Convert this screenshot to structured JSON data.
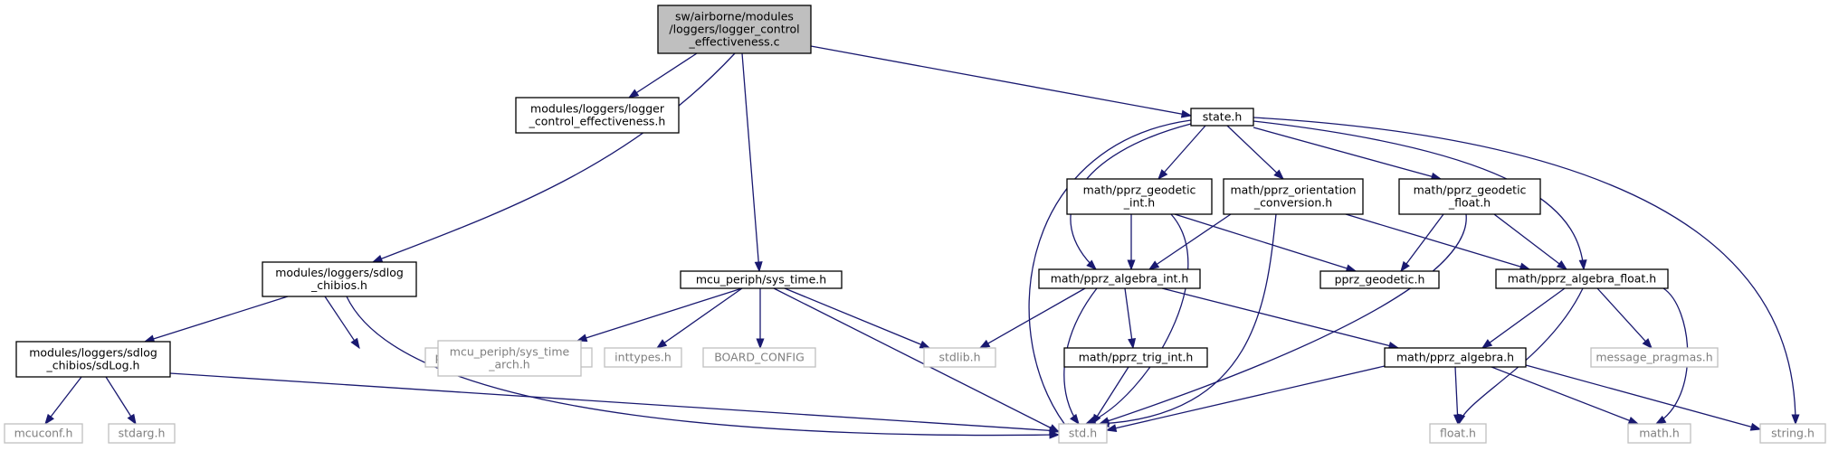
{
  "diagram": {
    "edge_color": "#191970",
    "root_fill": "#bfbfbf",
    "external_border_color": "#bfbfbf",
    "nodes": [
      {
        "id": "root",
        "lines": [
          "sw/airborne/modules",
          "/loggers/logger_control",
          "_effectiveness.c"
        ],
        "style": "root"
      },
      {
        "id": "lce_h",
        "lines": [
          "modules/loggers/logger",
          "_control_effectiveness.h"
        ],
        "style": "normal"
      },
      {
        "id": "state_h",
        "lines": [
          "state.h"
        ],
        "style": "normal"
      },
      {
        "id": "sdlog_chibios_h",
        "lines": [
          "modules/loggers/sdlog",
          "_chibios.h"
        ],
        "style": "normal"
      },
      {
        "id": "sys_time_h",
        "lines": [
          "mcu_periph/sys_time.h"
        ],
        "style": "normal"
      },
      {
        "id": "geodetic_int_h",
        "lines": [
          "math/pprz_geodetic",
          "_int.h"
        ],
        "style": "normal"
      },
      {
        "id": "orient_conv_h",
        "lines": [
          "math/pprz_orientation",
          "_conversion.h"
        ],
        "style": "normal"
      },
      {
        "id": "geodetic_float_h",
        "lines": [
          "math/pprz_geodetic",
          "_float.h"
        ],
        "style": "normal"
      },
      {
        "id": "algebra_int_h",
        "lines": [
          "math/pprz_algebra_int.h"
        ],
        "style": "normal"
      },
      {
        "id": "pprz_geodetic_h",
        "lines": [
          "pprz_geodetic.h"
        ],
        "style": "normal"
      },
      {
        "id": "algebra_float_h",
        "lines": [
          "math/pprz_algebra_float.h"
        ],
        "style": "normal"
      },
      {
        "id": "sdlog_h",
        "lines": [
          "modules/loggers/sdlog",
          "_chibios/sdLog.h"
        ],
        "style": "normal"
      },
      {
        "id": "pprzlink_device_h",
        "lines": [
          "pprzlink/pprzlink_device.h"
        ],
        "style": "external"
      },
      {
        "id": "sys_time_arch_h",
        "lines": [
          "mcu_periph/sys_time",
          "_arch.h"
        ],
        "style": "external"
      },
      {
        "id": "inttypes_h",
        "lines": [
          "inttypes.h"
        ],
        "style": "external"
      },
      {
        "id": "board_config",
        "lines": [
          "BOARD_CONFIG"
        ],
        "style": "external"
      },
      {
        "id": "stdlib_h",
        "lines": [
          "stdlib.h"
        ],
        "style": "external"
      },
      {
        "id": "trig_int_h",
        "lines": [
          "math/pprz_trig_int.h"
        ],
        "style": "normal"
      },
      {
        "id": "pprz_algebra_h",
        "lines": [
          "math/pprz_algebra.h"
        ],
        "style": "normal"
      },
      {
        "id": "message_pragmas_h",
        "lines": [
          "message_pragmas.h"
        ],
        "style": "external"
      },
      {
        "id": "mcuconf_h",
        "lines": [
          "mcuconf.h"
        ],
        "style": "external"
      },
      {
        "id": "stdarg_h",
        "lines": [
          "stdarg.h"
        ],
        "style": "external"
      },
      {
        "id": "std_h",
        "lines": [
          "std.h"
        ],
        "style": "external"
      },
      {
        "id": "float_h",
        "lines": [
          "float.h"
        ],
        "style": "external"
      },
      {
        "id": "math_h",
        "lines": [
          "math.h"
        ],
        "style": "external"
      },
      {
        "id": "string_h",
        "lines": [
          "string.h"
        ],
        "style": "external"
      }
    ],
    "edges": [
      [
        "root",
        "lce_h"
      ],
      [
        "root",
        "state_h"
      ],
      [
        "root",
        "sdlog_chibios_h"
      ],
      [
        "root",
        "sys_time_h"
      ],
      [
        "state_h",
        "geodetic_int_h"
      ],
      [
        "state_h",
        "orient_conv_h"
      ],
      [
        "state_h",
        "geodetic_float_h"
      ],
      [
        "state_h",
        "algebra_int_h"
      ],
      [
        "state_h",
        "algebra_float_h"
      ],
      [
        "state_h",
        "std_h"
      ],
      [
        "state_h",
        "string_h"
      ],
      [
        "sdlog_chibios_h",
        "sdlog_h"
      ],
      [
        "sdlog_chibios_h",
        "pprzlink_device_h"
      ],
      [
        "sdlog_chibios_h",
        "std_h"
      ],
      [
        "sys_time_h",
        "sys_time_arch_h"
      ],
      [
        "sys_time_h",
        "inttypes_h"
      ],
      [
        "sys_time_h",
        "board_config"
      ],
      [
        "sys_time_h",
        "stdlib_h"
      ],
      [
        "sys_time_h",
        "std_h"
      ],
      [
        "geodetic_int_h",
        "algebra_int_h"
      ],
      [
        "geodetic_int_h",
        "pprz_geodetic_h"
      ],
      [
        "geodetic_int_h",
        "std_h"
      ],
      [
        "orient_conv_h",
        "algebra_int_h"
      ],
      [
        "orient_conv_h",
        "algebra_float_h"
      ],
      [
        "orient_conv_h",
        "std_h"
      ],
      [
        "geodetic_float_h",
        "pprz_geodetic_h"
      ],
      [
        "geodetic_float_h",
        "algebra_float_h"
      ],
      [
        "geodetic_float_h",
        "std_h"
      ],
      [
        "algebra_int_h",
        "stdlib_h"
      ],
      [
        "algebra_int_h",
        "trig_int_h"
      ],
      [
        "algebra_int_h",
        "pprz_algebra_h"
      ],
      [
        "algebra_int_h",
        "std_h"
      ],
      [
        "algebra_float_h",
        "pprz_algebra_h"
      ],
      [
        "algebra_float_h",
        "message_pragmas_h"
      ],
      [
        "algebra_float_h",
        "float_h"
      ],
      [
        "algebra_float_h",
        "math_h"
      ],
      [
        "sdlog_h",
        "mcuconf_h"
      ],
      [
        "sdlog_h",
        "stdarg_h"
      ],
      [
        "sdlog_h",
        "std_h"
      ],
      [
        "trig_int_h",
        "std_h"
      ],
      [
        "pprz_algebra_h",
        "std_h"
      ],
      [
        "pprz_algebra_h",
        "float_h"
      ],
      [
        "pprz_algebra_h",
        "math_h"
      ],
      [
        "pprz_algebra_h",
        "string_h"
      ]
    ]
  }
}
